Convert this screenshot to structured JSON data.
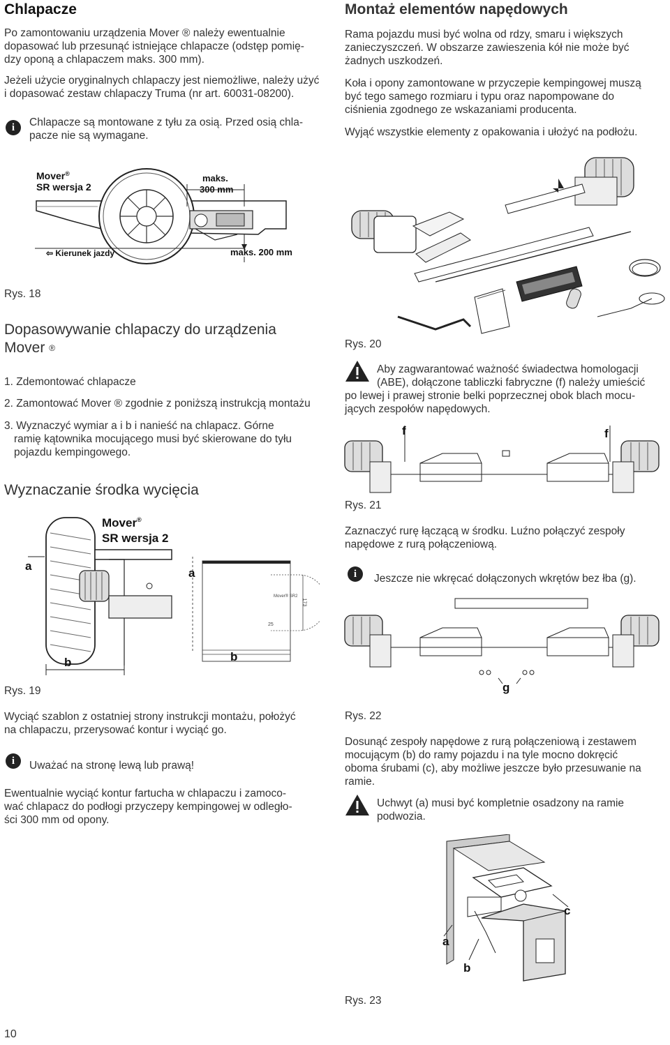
{
  "left": {
    "title": "Chlapacze",
    "intro_lines": [
      "Po zamontowaniu urządzenia Mover ® należy ewentualnie",
      "dopasować lub przesunąć istniejące chlapacze (odstęp pomię-",
      "dzy oponą a chlapaczem maks. 300 mm)."
    ],
    "para2_lines": [
      "Jeżeli użycie oryginalnych chlapaczy jest niemożliwe, należy użyć",
      "i dopasować zestaw chlapaczy Truma (nr art. 60031-08200)."
    ],
    "info1_lines": [
      "Chlapacze są montowane z tyłu za osią. Przed osią chla-",
      "pacze nie są wymagane."
    ],
    "fig18": {
      "brand": "Mover",
      "brand_reg": "®",
      "model": "SR wersja 2",
      "maks_label": "maks.",
      "maks_300": "300 mm",
      "direction": "Kierunek jazdy",
      "maks_200": "maks. 200 mm",
      "caption": "Rys. 18"
    },
    "section1_title_lines": [
      "Dopasowywanie chlapaczy do urządzenia",
      "Mover"
    ],
    "section1_reg": "®",
    "steps": [
      "1. Zdemontować chlapacze",
      "2. Zamontować Mover ® zgodnie z poniższą instrukcją montażu",
      "3. Wyznaczyć wymiar a i b i nanieść na chlapacz. Górne",
      "ramię kątownika mocującego musi być skierowane do tyłu",
      "pojazdu kempingowego."
    ],
    "section2_title": "Wyznaczanie środka wycięcia",
    "fig19": {
      "brand": "Mover",
      "brand_reg": "®",
      "model": "SR wersja 2",
      "label_a1": "a",
      "label_a2": "a",
      "label_b1": "b",
      "label_b2": "b",
      "template_text": "Mover® SR2",
      "dim_173": "173",
      "dim_25": "25",
      "caption": "Rys. 19"
    },
    "para_after19_lines": [
      "Wyciąć szablon z ostatniej strony instrukcji montażu, położyć",
      "na chlapaczu, przerysować kontur i wyciąć go."
    ],
    "info2": "Uważać na stronę lewą lub prawą!",
    "para_final_lines": [
      "Ewentualnie wyciąć kontur fartucha w chlapaczu i zamoco-",
      "wać chlapacz do podłogi przyczepy kempingowej w odległo-",
      "ści 300 mm od opony."
    ],
    "page_number": "10"
  },
  "right": {
    "title": "Montaż elementów napędowych",
    "para1_lines": [
      "Rama pojazdu musi być wolna od rdzy, smaru i większych",
      "zanieczyszczeń. W obszarze zawieszenia kół nie może być",
      "żadnych uszkodzeń."
    ],
    "para2_lines": [
      "Koła i opony zamontowane w przyczepie kempingowej muszą",
      "być tego samego rozmiaru i typu oraz napompowane do",
      "ciśnienia zgodnego ze wskazaniami producenta."
    ],
    "para3": "Wyjąć wszystkie elementy z opakowania i ułożyć na podłożu.",
    "fig20_caption": "Rys. 20",
    "warn1_lines": [
      "Aby zagwarantować ważność świadectwa homologacji",
      "(ABE), dołączone tabliczki fabryczne (f) należy umieścić",
      "po lewej i prawej stronie belki poprzecznej obok blach mocu-",
      "jących zespołów napędowych."
    ],
    "fig21": {
      "label_f1": "f",
      "label_f2": "f",
      "caption": "Rys. 21"
    },
    "para4_lines": [
      "Zaznaczyć rurę łączącą w środku. Luźno połączyć zespoły",
      "napędowe z rurą połączeniową."
    ],
    "info3": "Jeszcze nie wkręcać dołączonych wkrętów bez łba (g).",
    "fig22": {
      "label_g": "g",
      "caption": "Rys. 22"
    },
    "para5_lines": [
      "Dosunąć zespoły napędowe z rurą połączeniową i zestawem",
      "mocującym (b) do ramy pojazdu i na tyle mocno dokręcić",
      "oboma śrubami (c), aby możliwe jeszcze było przesuwanie na",
      "ramie."
    ],
    "warn2_lines": [
      "Uchwyt (a) musi być kompletnie osadzony na ramie",
      "podwozia."
    ],
    "fig23": {
      "label_c": "c",
      "label_a": "a",
      "label_b": "b",
      "caption": "Rys. 23"
    }
  }
}
